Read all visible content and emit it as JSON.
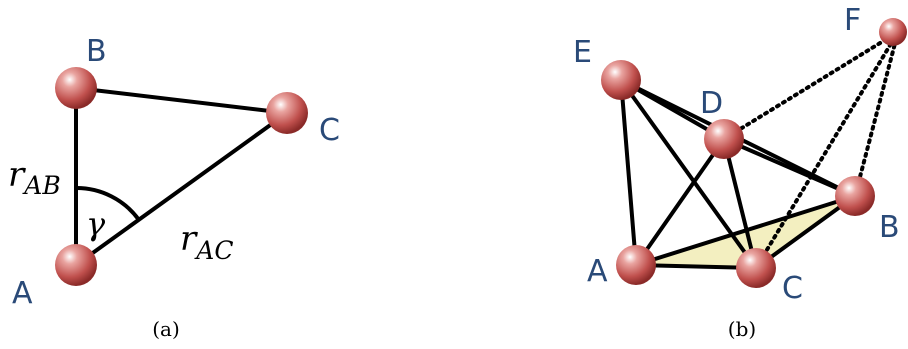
{
  "panel_a": {
    "caption": "(a)",
    "atoms": {
      "A": "A",
      "B": "B",
      "C": "C"
    },
    "distance_ab": {
      "base": "r",
      "sub": "AB"
    },
    "distance_ac": {
      "base": "r",
      "sub": "AC"
    },
    "angle": "γ"
  },
  "panel_b": {
    "caption": "(b)",
    "atoms": {
      "A": "A",
      "B": "B",
      "C": "C",
      "D": "D",
      "E": "E",
      "F": "F"
    }
  },
  "colors": {
    "atom_label": "#2a4a78",
    "atom_fill": "#c0504d",
    "triangle_fill": "#f3efc0"
  }
}
